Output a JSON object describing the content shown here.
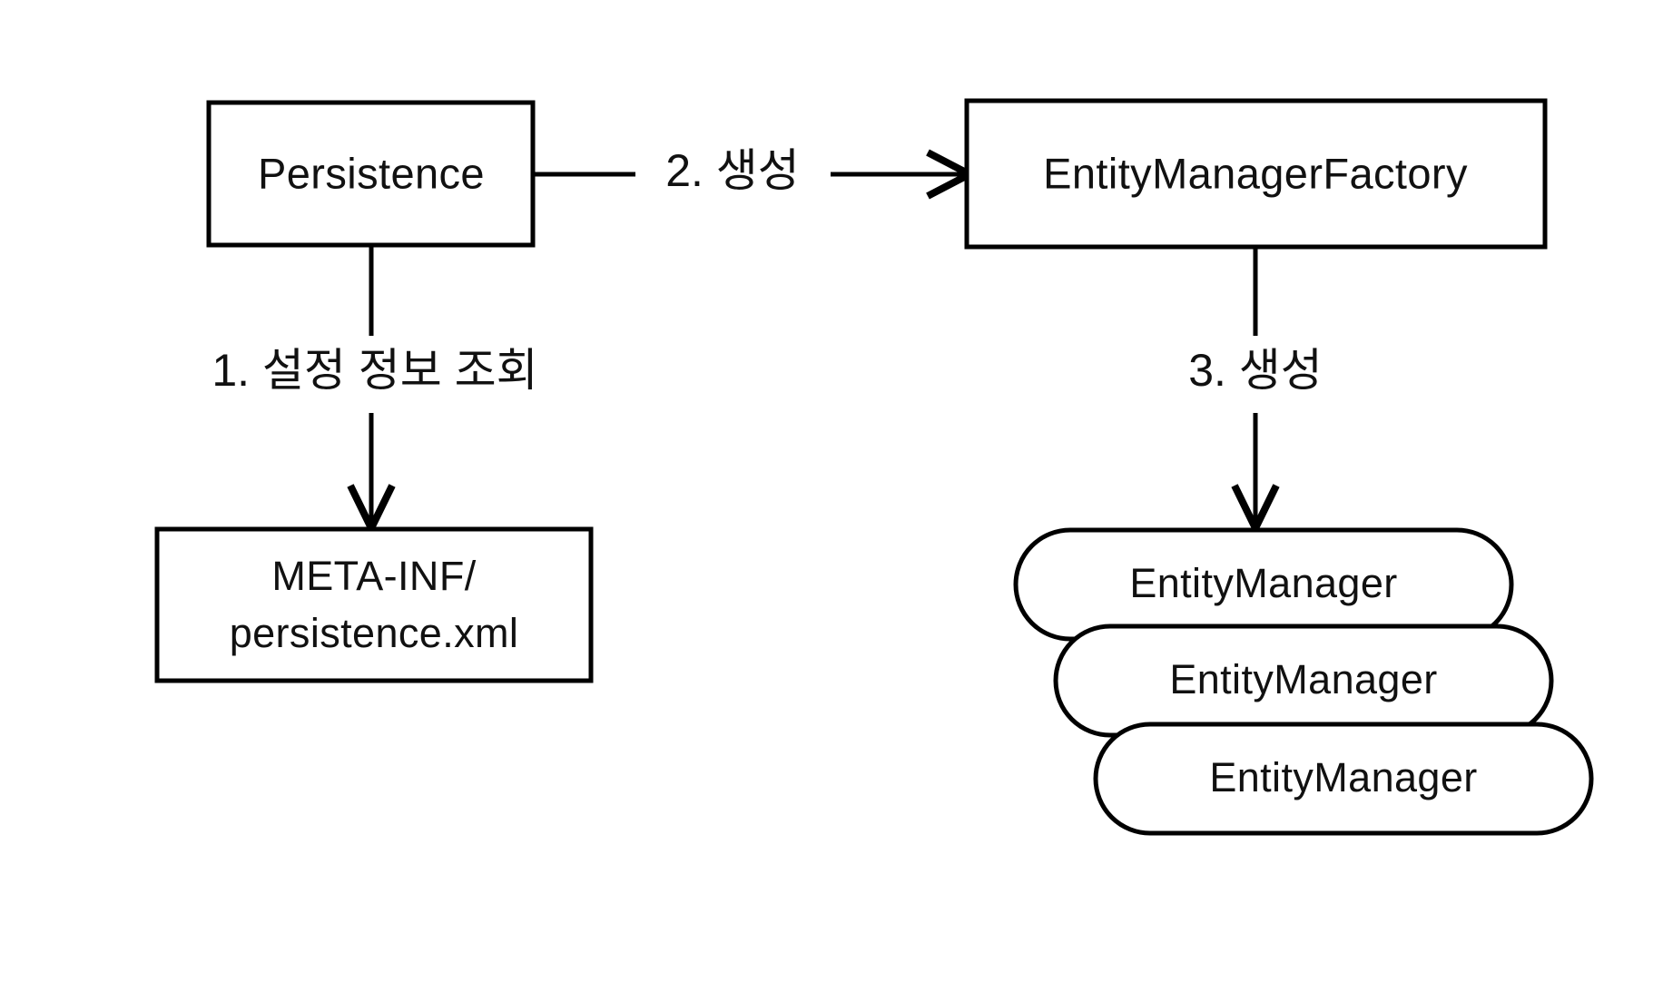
{
  "diagram": {
    "title": "JPA Persistence / EntityManagerFactory / EntityManager",
    "background_color": "#ffffff",
    "stroke_color": "#000000",
    "text_color": "#111111",
    "nodes": {
      "persistence": {
        "label": "Persistence",
        "shape": "rectangle"
      },
      "entity_manager_factory": {
        "label": "EntityManagerFactory",
        "shape": "rectangle"
      },
      "persistence_xml": {
        "label_line1": "META-INF/",
        "label_line2": "persistence.xml",
        "shape": "rectangle"
      },
      "entity_manager_1": {
        "label": "EntityManager",
        "shape": "stadium"
      },
      "entity_manager_2": {
        "label": "EntityManager",
        "shape": "stadium"
      },
      "entity_manager_3": {
        "label": "EntityManager",
        "shape": "stadium"
      }
    },
    "edges": [
      {
        "id": "edge-1",
        "label": "1. 설정 정보 조회",
        "from": "persistence",
        "to": "persistence_xml",
        "direction": "down",
        "arrow": true
      },
      {
        "id": "edge-2",
        "label": "2. 생성",
        "from": "persistence",
        "to": "entity_manager_factory",
        "direction": "right",
        "arrow": true
      },
      {
        "id": "edge-3",
        "label": "3. 생성",
        "from": "entity_manager_factory",
        "to": "entity_manager_1",
        "direction": "down",
        "arrow": true
      }
    ]
  }
}
